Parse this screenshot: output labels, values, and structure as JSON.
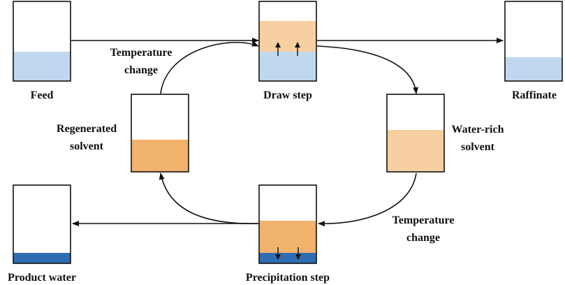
{
  "labels": {
    "feed": "Feed",
    "draw_step": "Draw step",
    "raffinate": "Raffinate",
    "regenerated_1": "Regenerated",
    "regenerated_2": "solvent",
    "water_rich_1": "Water-rich",
    "water_rich_2": "solvent",
    "temp_change_top_1": "Temperature",
    "temp_change_top_2": "change",
    "temp_change_bottom_1": "Temperature",
    "temp_change_bottom_2": "change",
    "product_water": "Product water",
    "precipitation_step": "Precipitation step"
  },
  "colors": {
    "feed_water": "#c0d8ee",
    "water_rich_solvent": "#f8cfa0",
    "regenerated_solvent": "#f1b26c",
    "product_water": "#2f6db2",
    "outline": "#111111"
  }
}
